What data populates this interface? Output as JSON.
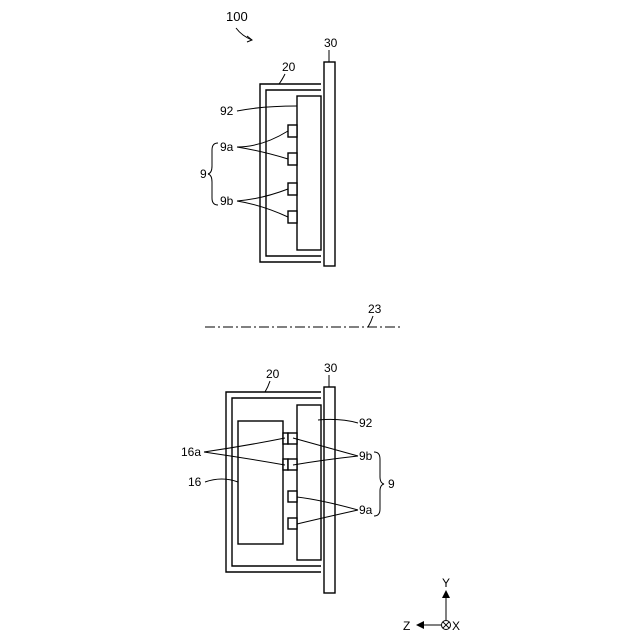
{
  "figure": {
    "ref_device": "100",
    "top_view": {
      "housing": "20",
      "plate": "30",
      "board": "92",
      "group": "9",
      "chip_a": "9a",
      "chip_b": "9b"
    },
    "divider": "23",
    "bottom_view": {
      "housing": "20",
      "plate": "30",
      "board": "92",
      "module": "16",
      "connector": "16a",
      "chip_b": "9b",
      "group": "9",
      "chip_a": "9a"
    },
    "axes": {
      "y": "Y",
      "z": "Z",
      "x": "X"
    }
  }
}
